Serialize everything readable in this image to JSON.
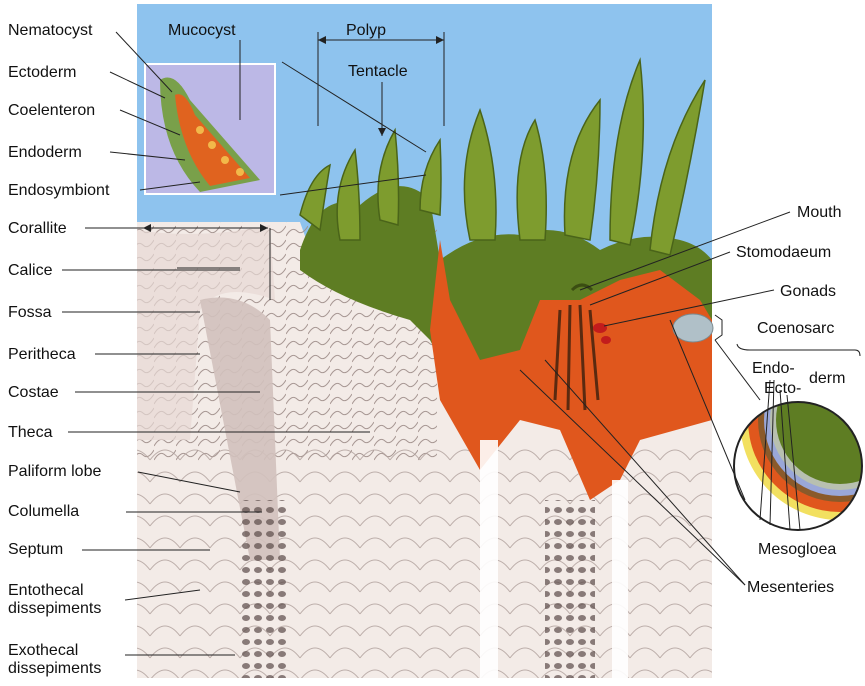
{
  "labels_left": [
    "Nematocyst",
    "Ectoderm",
    "Coelenteron",
    "Endoderm",
    "Endosymbiont",
    "Corallite",
    "Calice",
    "Fossa",
    "Peritheca",
    "Costae",
    "Theca",
    "Paliform lobe",
    "Columella",
    "Septum",
    "Entothecal dissepiments",
    "Exothecal dissepiments"
  ],
  "labels_top": {
    "mucocyst": "Mucocyst",
    "polyp": "Polyp",
    "tentacle": "Tentacle"
  },
  "labels_right": {
    "mouth": "Mouth",
    "stomodaeum": "Stomodaeum",
    "gonads": "Gonads",
    "coenosarc": "Coenosarc",
    "endo": "Endo-",
    "ecto": "Ecto-",
    "derm": "derm",
    "mesogloea": "Mesogloea",
    "mesenteries": "Mesenteries"
  },
  "colors": {
    "sky": "#8ec3ee",
    "skeleton": "#f1e7e3",
    "skeleton_line": "#8c7a78",
    "tissue_green": "#5c7a22",
    "tissue_light": "#8fae3c",
    "endoderm_orange": "#e0571d",
    "inset_bg": "#b9b6e6"
  }
}
